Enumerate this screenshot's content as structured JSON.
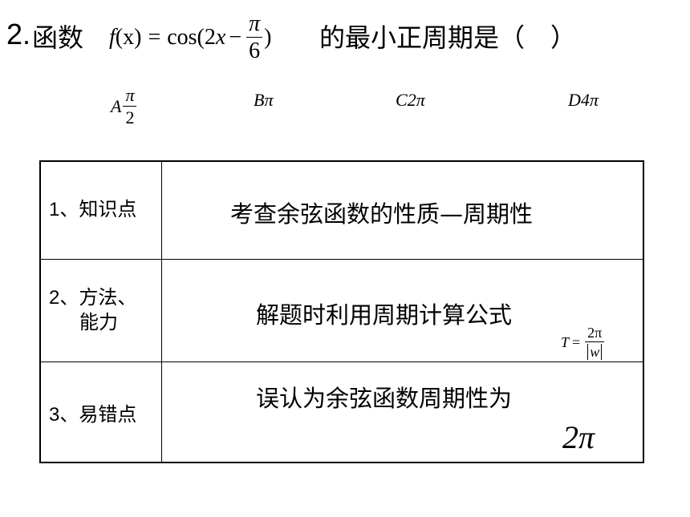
{
  "question": {
    "number": "2.",
    "lead": "函数",
    "formula": {
      "lhs_f": "f",
      "lhs_args": "(x)",
      "equals": "=",
      "func": "cos(2",
      "var": "x",
      "minus": "−",
      "frac_num": "π",
      "frac_den": "6",
      "close": ")"
    },
    "tail": "的最小正周期是（　）"
  },
  "options": [
    {
      "letter": "A",
      "num": "π",
      "den": "2"
    },
    {
      "letter": "B",
      "value": "π"
    },
    {
      "letter": "C",
      "value": "2π"
    },
    {
      "letter": "D",
      "value": "4π"
    }
  ],
  "table": {
    "rows": [
      {
        "num": "1",
        "label": "、知识点",
        "content": "考查余弦函数的性质—周期性"
      },
      {
        "num": "2",
        "label_line1": "、方法、",
        "label_line2": "能力",
        "content": "解题时利用周期计算公式",
        "formula": {
          "lhs": "T",
          "eq": "=",
          "num": "2π",
          "den": "w"
        }
      },
      {
        "num": "3",
        "label": "、易错点",
        "content": "误认为余弦函数周期性为",
        "answer": "2π"
      }
    ]
  }
}
